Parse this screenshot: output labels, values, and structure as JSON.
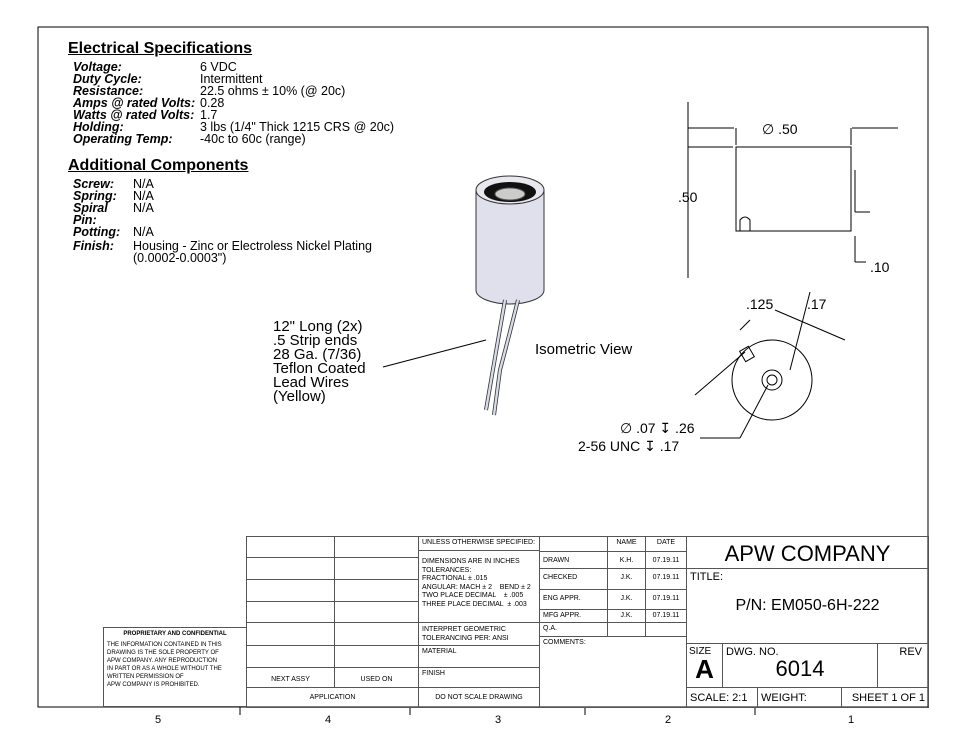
{
  "electrical": {
    "heading": "Electrical Specifications",
    "rows": [
      {
        "label": "Voltage:",
        "value": "6 VDC"
      },
      {
        "label": "Duty Cycle:",
        "value": "Intermittent"
      },
      {
        "label": "Resistance:",
        "value": "22.5 ohms ± 10% (@ 20c)"
      },
      {
        "label": "Amps @ rated Volts:",
        "value": "0.28"
      },
      {
        "label": "Watts @ rated Volts:",
        "value": "1.7"
      },
      {
        "label": "Holding:",
        "value": "3 lbs (1/4\" Thick 1215 CRS @ 20c)"
      },
      {
        "label": "Operating Temp:",
        "value": "-40c to 60c (range)"
      }
    ]
  },
  "additional": {
    "heading": "Additional Components",
    "rows": [
      {
        "label": "Screw:",
        "value": "N/A"
      },
      {
        "label": "Spring:",
        "value": "N/A"
      },
      {
        "label": "Spiral Pin:",
        "value": "N/A"
      },
      {
        "label": "Potting:",
        "value": "N/A"
      }
    ],
    "finish_label": "Finish:",
    "finish_value": "Housing - Zinc or Electroless Nickel Plating",
    "finish_value2": "(0.0002-0.0003\")"
  },
  "wires_note": [
    "12\" Long (2x)",
    ".5 Strip ends",
    "28 Ga. (7/36)",
    "Teflon Coated",
    "Lead Wires",
    "(Yellow)"
  ],
  "iso_label": "Isometric View",
  "dims": {
    "dia": "∅ .50",
    "height": ".50",
    "small": ".10",
    "d125": ".125",
    "d17": ".17",
    "hole1": "∅ .07 ↧ .26",
    "hole2": "2-56 UNC ↧ .17"
  },
  "title_block": {
    "proprietary_heading": "PROPRIETARY AND CONFIDENTIAL",
    "proprietary_text": [
      "THE INFORMATION CONTAINED IN THIS",
      "DRAWING IS THE SOLE PROPERTY OF",
      "APW COMPANY.  ANY  REPRODUCTION",
      "IN PART OR AS A WHOLE WITHOUT THE",
      "WRITTEN PERMISSION OF",
      "APW COMPANY IS PROHIBITED."
    ],
    "next_assy": "NEXT ASSY",
    "used_on": "USED ON",
    "application": "APPLICATION",
    "unless": "UNLESS OTHERWISE SPECIFIED:",
    "tolerances": [
      "DIMENSIONS ARE IN INCHES",
      "TOLERANCES:",
      "FRACTIONAL ± .015",
      "ANGULAR: MACH ± 2    BEND ± 2",
      "TWO PLACE DECIMAL    ± .005",
      "THREE PLACE DECIMAL  ± .003"
    ],
    "interpret": [
      "INTERPRET GEOMETRIC",
      "TOLERANCING PER: ANSI"
    ],
    "material": "MATERIAL",
    "finish": "FINISH",
    "no_scale": "DO NOT SCALE DRAWING",
    "name_h": "NAME",
    "date_h": "DATE",
    "signoffs": [
      {
        "role": "DRAWN",
        "name": "K.H.",
        "date": "07.19.11"
      },
      {
        "role": "CHECKED",
        "name": "J.K.",
        "date": "07.19.11"
      },
      {
        "role": "ENG APPR.",
        "name": "J.K.",
        "date": "07.19.11"
      },
      {
        "role": "MFG APPR.",
        "name": "J.K.",
        "date": "07.19.11"
      },
      {
        "role": "Q.A.",
        "name": "",
        "date": ""
      }
    ],
    "comments": "COMMENTS:",
    "company": "APW COMPANY",
    "title_label": "TITLE:",
    "part_number": "P/N: EM050-6H-222",
    "size_label": "SIZE",
    "size": "A",
    "dwg_label": "DWG.  NO.",
    "dwg_no": "6014",
    "rev_label": "REV",
    "scale": "SCALE: 2:1",
    "weight": "WEIGHT:",
    "sheet": "SHEET 1 OF 1"
  },
  "zones": [
    "5",
    "4",
    "3",
    "2",
    "1"
  ]
}
